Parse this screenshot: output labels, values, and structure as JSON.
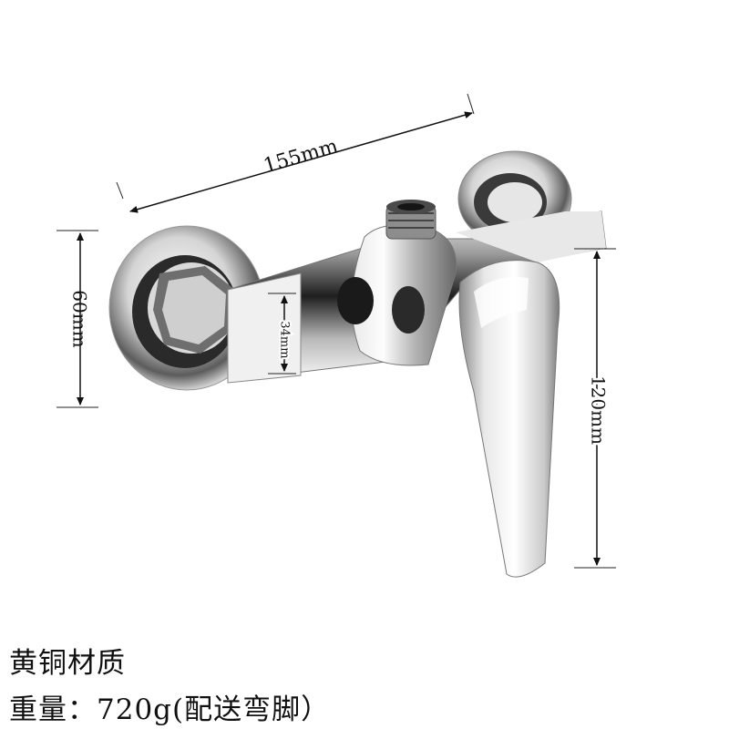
{
  "dimensions": {
    "length": "155mm",
    "height_left": "60mm",
    "body": "34mm",
    "handle": "120mm"
  },
  "caption": {
    "material": "黄铜材质",
    "weight": "重量：720g(配送弯脚）"
  }
}
